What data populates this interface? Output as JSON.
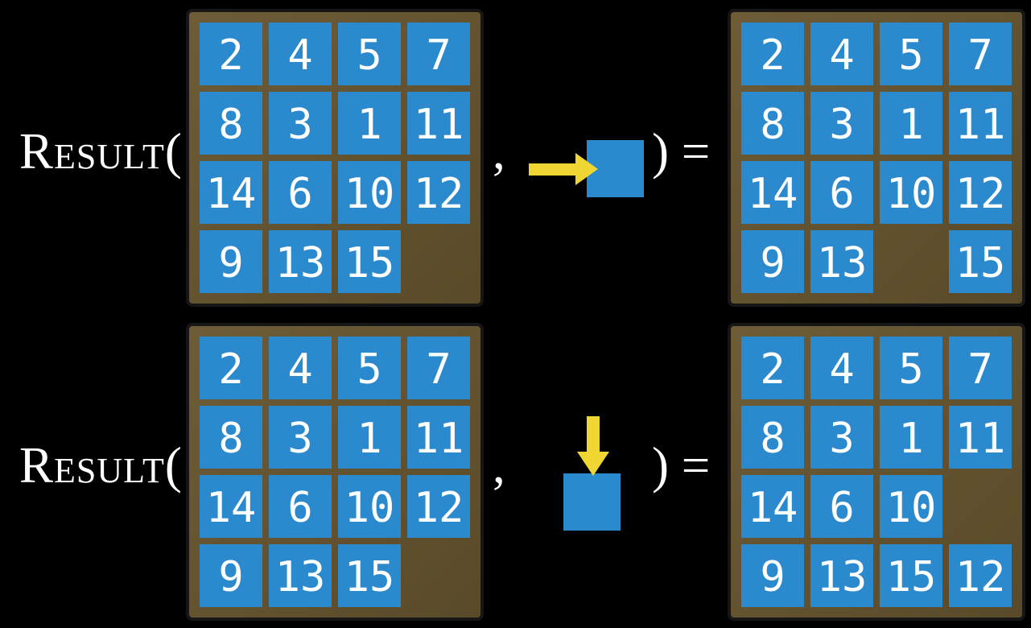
{
  "colors": {
    "background": "#000000",
    "board_brown_light": "#6e5c38",
    "board_brown_dark": "#594a29",
    "board_frame": "#161616",
    "tile_blue": "#2b8ace",
    "arrow_yellow": "#f0d633",
    "text_white": "#ffffff"
  },
  "rows": [
    {
      "label": "Result(",
      "comma": ",",
      "close": ") =",
      "action": {
        "icon": "arrow-right-into-tile",
        "direction": "right"
      },
      "input_grid": [
        [
          "2",
          "4",
          "5",
          "7"
        ],
        [
          "8",
          "3",
          "1",
          "11"
        ],
        [
          "14",
          "6",
          "10",
          "12"
        ],
        [
          "9",
          "13",
          "15",
          ""
        ]
      ],
      "output_grid": [
        [
          "2",
          "4",
          "5",
          "7"
        ],
        [
          "8",
          "3",
          "1",
          "11"
        ],
        [
          "14",
          "6",
          "10",
          "12"
        ],
        [
          "9",
          "13",
          "",
          "15"
        ]
      ]
    },
    {
      "label": "Result(",
      "comma": ",",
      "close": ") =",
      "action": {
        "icon": "arrow-down-into-tile",
        "direction": "down"
      },
      "input_grid": [
        [
          "2",
          "4",
          "5",
          "7"
        ],
        [
          "8",
          "3",
          "1",
          "11"
        ],
        [
          "14",
          "6",
          "10",
          "12"
        ],
        [
          "9",
          "13",
          "15",
          ""
        ]
      ],
      "output_grid": [
        [
          "2",
          "4",
          "5",
          "7"
        ],
        [
          "8",
          "3",
          "1",
          "11"
        ],
        [
          "14",
          "6",
          "10",
          ""
        ],
        [
          "9",
          "13",
          "15",
          "12"
        ]
      ]
    }
  ]
}
